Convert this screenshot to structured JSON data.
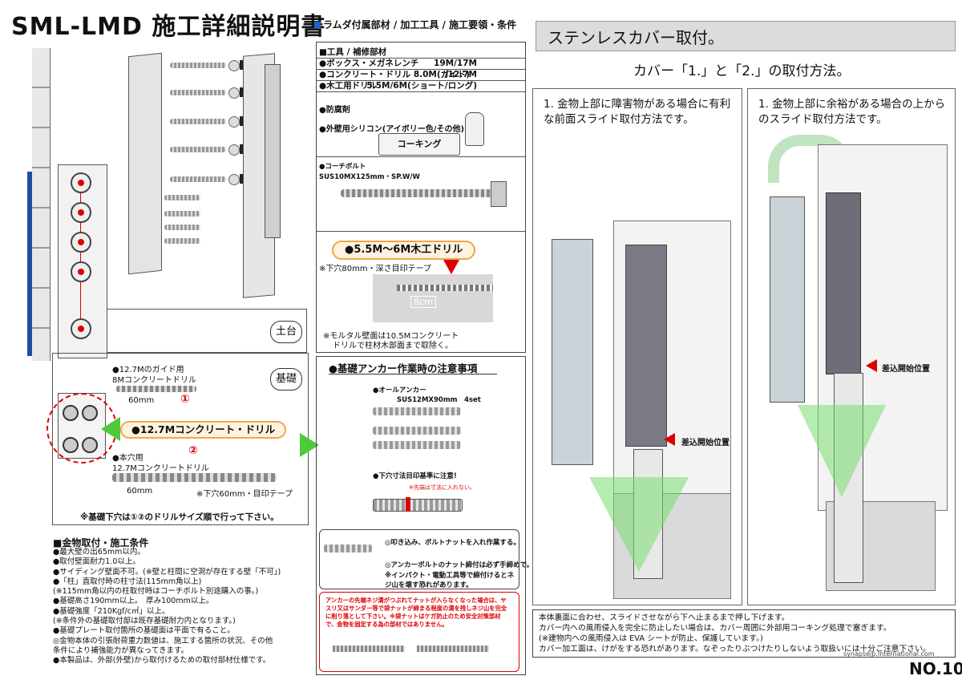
{
  "header": {
    "title": "SML-LMD 施工詳細説明書",
    "subtitle": "ラムダ付属部材 / 加工工具 / 施工要領・条件",
    "banner": "ステンレスカバー取付。",
    "heading": "カバー「1.」と「2.」の取付方法。"
  },
  "left": {
    "dodai": "土台",
    "kiso": "基礎",
    "drill1_label": "●12.7Mのガイド用",
    "drill1_sub": "8Mコンクリートドリル",
    "drill1_len": "60mm",
    "drill_pill": "●12.7Mコンクリート・ドリル",
    "drill2_label": "●本穴用",
    "drill2_sub": "12.7Mコンクリートドリル",
    "drill2_len": "60mm",
    "drill2_note": "※下穴60mm・目印テープ",
    "note_order": "※基礎下穴は①②のドリルサイズ順で行って下さい。",
    "num1": "①",
    "num2": "②"
  },
  "conditions": {
    "title": "■金物取付・施工条件",
    "lines": [
      "●最大壁の出65mm以内。",
      "●取付壁面耐力1.0以上。",
      "●サイディング壁面不可。(※壁と柱間に空洞が存在する壁「不可」)",
      "●「柱」直取付時の柱寸法(115mm角以上)",
      "(※115mm角以内の柱取付時はコーチボルト別途購入の事。)",
      "●基礎高さ190mm以上。　厚み100mm以上。",
      "●基礎強度「210Kgf/c㎡」以上。",
      "(※条件外の基礎取付部は既存基礎耐力内となります。)",
      "●基礎プレート取付箇所の基礎面は平面で有ること。",
      "◎金物本体の引張耐荷重力数値は、施工する箇所の状況、その他",
      "条件により補強能力が異なってきます。",
      "●本製品は、外部(外壁)から取付けるための取付部材仕様です。"
    ]
  },
  "tools": {
    "header": "■工具 / 補修部材",
    "rows": [
      {
        "name": "●ボックス・メガネレンチ",
        "spec": "19M/17M"
      },
      {
        "name": "●コンクリート・ドリル 8.0M(ガイド)",
        "spec": "/12.7M"
      },
      {
        "name": "●木工用ドリル",
        "spec": "5.5M/6M(ショート/ロング)"
      }
    ],
    "rust": "●防腐剤",
    "silicone": "●外壁用シリコン(アイボリー色/その他)",
    "caulking": "コーキング",
    "coach": "●コーチボルト",
    "coach_spec": "SUS10MX125mm・SP.W/W",
    "wood_drill_pill": "●5.5M～6M木工ドリル",
    "pilot": "※下穴80mm・深さ目印テープ",
    "depth": "8cm",
    "mortar_note1": "※モルタル壁面は10.5Mコンクリート",
    "mortar_note2": "ドリルで柱材木部面まで取除く。"
  },
  "anchor": {
    "title": "●基礎アンカー作業時の注意事項",
    "all_anchor": "●オールアンカー",
    "spec": "SUS12MX90mm　4set",
    "depth_title": "●下穴寸法目印基準に注意!",
    "red_note": "※先端は寸法に入れない。",
    "note1": "◎叩き込み、ボルトナットを入れ作業する。",
    "note2": "◎アンカーボルトのナット締付は必ず手締めで。",
    "note3": "※インパクト・電動工具等で締付けるとネジ山を壊す恐れがあります。",
    "warn": "アンカーの先端ネジ溝がつぶれてナットが入らなくなった場合は、ヤスリ又はサンダー等で袋ナットが締まる程度の溝を残しネジ山を完全に削り落として下さい。※袋ナットはケガ防止のため安全対策部材で、金物を固定する為の部材ではありません。"
  },
  "panel1": {
    "text": "1. 金物上部に障害物がある場合に有利な前面スライド取付方法です。",
    "label": "差込開始位置"
  },
  "panel2": {
    "text": "1. 金物上部に余裕がある場合の上からのスライド取付方法です。",
    "label": "差込開始位置"
  },
  "footer": {
    "lines": [
      "本体裏面に合わせ、スライドさせながら下へ止まるまで押し下げます。",
      "カバー内への風雨侵入を完全に防止したい場合は、カバー周囲に外部用コーキング処理で塞ぎます。",
      "(※建物内への風雨侵入は EVA シートが防止、保護しています。)",
      "カバー加工面は、けがをする恐れがあります。なぞったりぶつけたりしないよう取扱いには十分ご注意下さい。"
    ],
    "site": "synapsejp.International.com",
    "page": "NO.10"
  },
  "colors": {
    "accent_blue": "#1f5fd0",
    "red": "#d00000",
    "green": "#4fc83a",
    "orange": "#f0a64a"
  }
}
